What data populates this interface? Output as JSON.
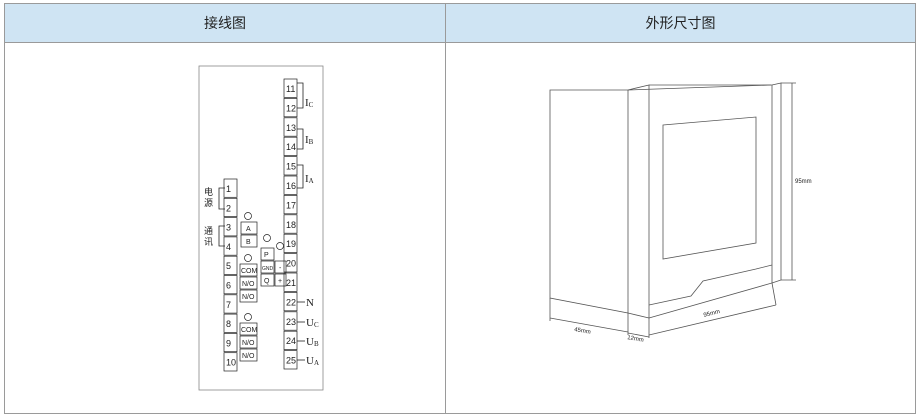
{
  "headers": {
    "wiring": "接线图",
    "dimensions": "外形尺寸图"
  },
  "wiring": {
    "right_terms": [
      "11",
      "12",
      "13",
      "14",
      "15",
      "16",
      "17",
      "18",
      "19",
      "20",
      "21",
      "22",
      "23",
      "24",
      "25"
    ],
    "left_terms": [
      "1",
      "2",
      "3",
      "4",
      "5",
      "6",
      "7",
      "8",
      "9",
      "10"
    ],
    "labels": {
      "power": "电源",
      "comm": "通讯",
      "ic_main": "I",
      "ic_sub": "C",
      "ib_main": "I",
      "ib_sub": "B",
      "ia_main": "I",
      "ia_sub": "A",
      "n": "N",
      "uc_main": "U",
      "uc_sub": "C",
      "ub_main": "U",
      "ub_sub": "B",
      "ua_main": "U",
      "ua_sub": "A"
    },
    "comm_box": [
      "A",
      "B"
    ],
    "relay1": [
      "COM",
      "N/O",
      "N/O"
    ],
    "relay2": [
      "COM",
      "N/O",
      "N/O"
    ],
    "pulse_box": [
      "P",
      "GND",
      "Q"
    ],
    "pulse_pol": [
      "-",
      "+"
    ]
  },
  "dims": {
    "height": "95mm",
    "depth": "45mm",
    "bezel": "12mm",
    "width": "95mm"
  }
}
